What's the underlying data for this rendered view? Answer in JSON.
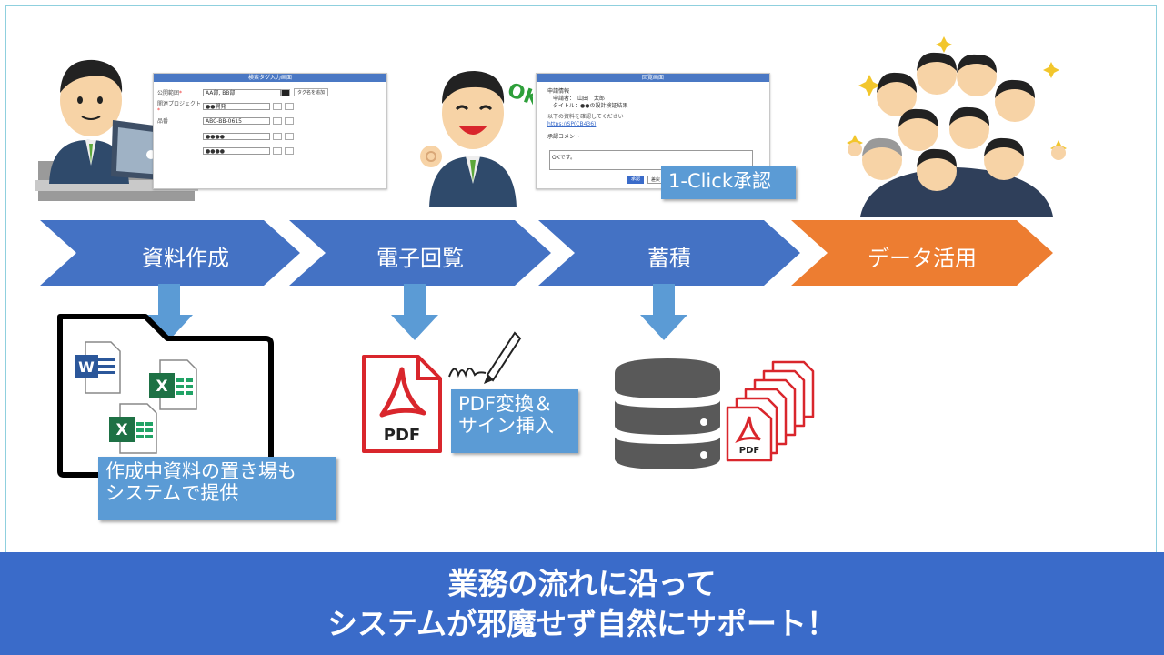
{
  "steps": [
    {
      "label": "資料作成",
      "color": "#4472c4"
    },
    {
      "label": "電子回覧",
      "color": "#4472c4"
    },
    {
      "label": "蓄積",
      "color": "#4472c4"
    },
    {
      "label": "データ活用",
      "color": "#ed7d31"
    }
  ],
  "screen_tag": {
    "title": "検索タグ入力画面",
    "fields": [
      {
        "label": "公開範囲",
        "required": "*",
        "value": "AA部, BB部",
        "extra": "タグ名を追加"
      },
      {
        "label": "関連プロジェクト",
        "required": "*",
        "value": "●●開発"
      },
      {
        "label": "品番",
        "required": "",
        "value": "ABC-BB-0615"
      },
      {
        "label": "",
        "required": "",
        "value": "●●●●"
      },
      {
        "label": "",
        "required": "",
        "value": "●●●●"
      }
    ]
  },
  "screen_review": {
    "title": "回覧画面",
    "lines": [
      "申請情報",
      "申請者：　山田　太郎",
      "タイトル：●●の設計検証結果",
      "以下の資料を確認してください",
      "https://SP(CB436)",
      "承認コメント",
      "OKです。"
    ],
    "approve": "承認",
    "reject": "差戻"
  },
  "ok_text": "OK!",
  "callouts": {
    "one_click": "1-Click承認",
    "pdf_sign": [
      "PDF変換＆",
      "サイン挿入"
    ],
    "workspace": [
      "作成中資料の置き場も",
      "システムで提供"
    ]
  },
  "icons": {
    "word": "W",
    "excel": "X",
    "pdf": "PDF"
  },
  "bottom": {
    "line1": "業務の流れに沿って",
    "line2": "システムが邪魔せず自然にサポート！"
  },
  "colors": {
    "accent": "#3a6bc9",
    "arrow": "#5b9bd5",
    "orange": "#ed7d31",
    "pdf_red": "#d9262c"
  }
}
